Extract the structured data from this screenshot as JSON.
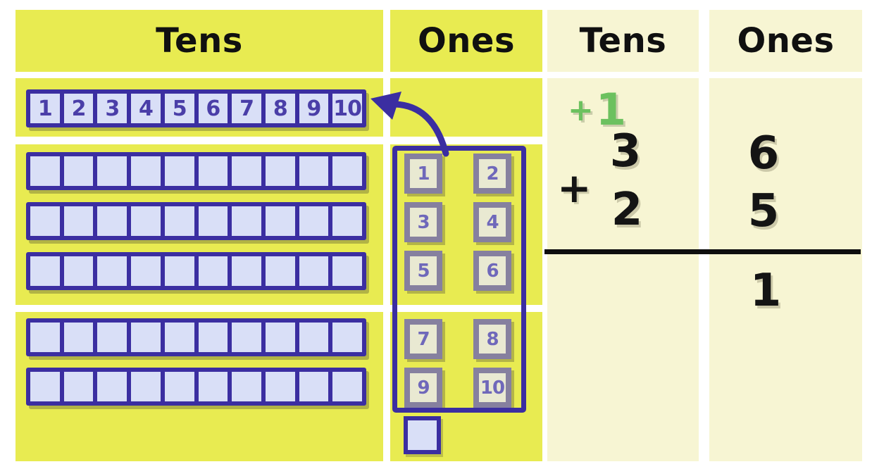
{
  "left_column": {
    "header": "Tens",
    "carried_rod_cells": [
      "1",
      "2",
      "3",
      "4",
      "5",
      "6",
      "7",
      "8",
      "9",
      "10"
    ],
    "tens_rods_top_group": 3,
    "tens_rods_bottom_group": 2
  },
  "middle_column": {
    "header": "Ones",
    "grouped_blocks_top": [
      "1",
      "2",
      "3",
      "4",
      "5",
      "6"
    ],
    "grouped_blocks_bottom": [
      "7",
      "8",
      "9",
      "10"
    ],
    "leftover_blocks": 1
  },
  "right_columns": {
    "tens_header": "Tens",
    "ones_header": "Ones",
    "carry": {
      "plus": "+",
      "value": "1"
    },
    "plus_sign": "+",
    "addend1": {
      "tens": "3",
      "ones": "6"
    },
    "addend2": {
      "tens": "2",
      "ones": "5"
    },
    "sum": {
      "tens": "",
      "ones": "1"
    }
  },
  "colors": {
    "board_yellow": "#E8EB51",
    "board_cream": "#F7F5D3",
    "indigo_border": "#3B2EA1",
    "lavender_fill": "#D9DFF7",
    "ones_block_border": "#86809F",
    "ones_block_fill": "#E9E9D2",
    "ones_digit_purple": "#6F68BA",
    "carry_green": "#6CC15F",
    "text_black": "#141414"
  },
  "icons": {
    "carry_arrow": "curved arrow from grouped ones to new ten rod"
  }
}
